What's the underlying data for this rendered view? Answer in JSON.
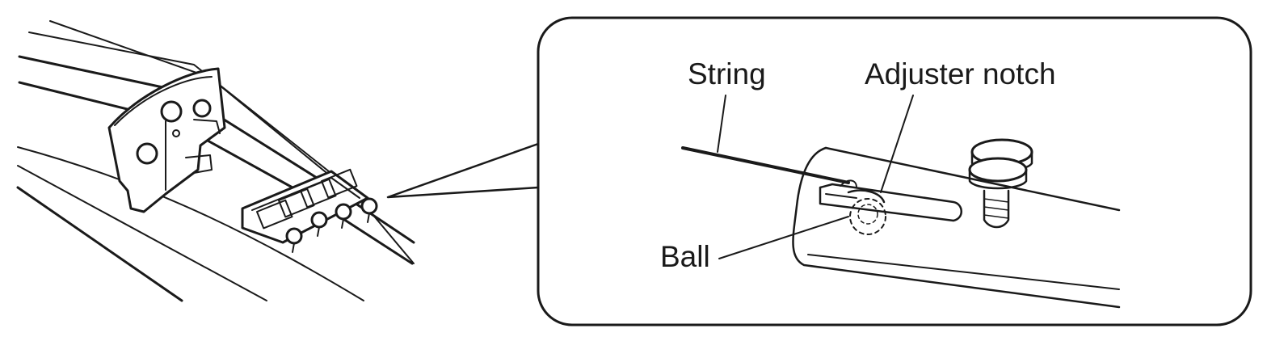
{
  "labels": {
    "string": "String",
    "adjuster_notch": "Adjuster notch",
    "ball": "Ball"
  },
  "colors": {
    "ink": "#1a1a1a",
    "background": "#ffffff"
  }
}
